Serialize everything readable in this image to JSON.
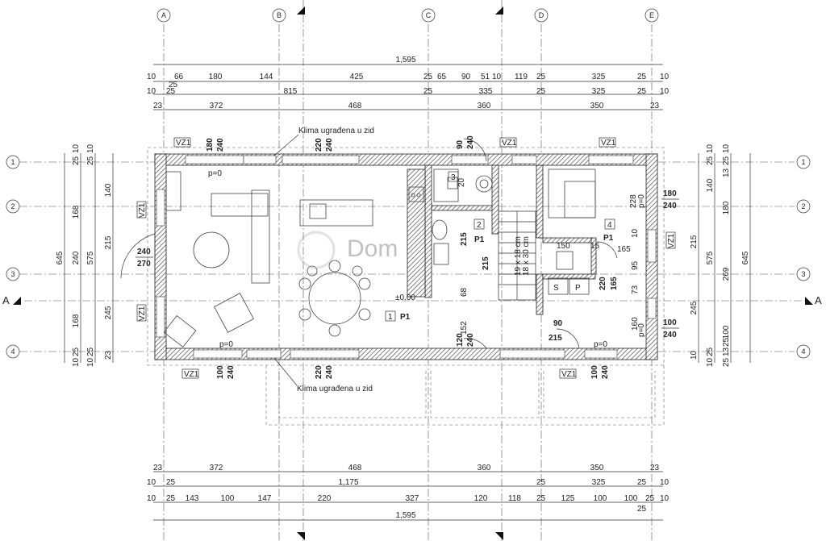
{
  "grid": {
    "columns": [
      "A",
      "B",
      "C",
      "D",
      "E"
    ],
    "rows": [
      "1",
      "2",
      "3",
      "4"
    ],
    "section_marks": [
      "A",
      "A"
    ]
  },
  "top_dims": {
    "total": "1,595",
    "row1": [
      "10",
      "66",
      "180",
      "144",
      "425",
      "25",
      "65",
      "90",
      "51",
      "10",
      "119",
      "25",
      "325",
      "25",
      "10"
    ],
    "row1_small": "25",
    "row2": [
      "10",
      "25",
      "815",
      "25",
      "335",
      "25",
      "325",
      "25",
      "10"
    ],
    "row3": [
      "23",
      "372",
      "468",
      "360",
      "350",
      "23"
    ]
  },
  "bottom_dims": {
    "row1": [
      "23",
      "372",
      "468",
      "360",
      "350",
      "23"
    ],
    "row2": [
      "10",
      "25",
      "1,175",
      "25",
      "325",
      "25",
      "10"
    ],
    "row3": [
      "10",
      "25",
      "143",
      "100",
      "147",
      "220",
      "327",
      "120",
      "118",
      "25",
      "125",
      "100",
      "100",
      "25",
      "10"
    ],
    "row3_small": "25",
    "total": "1,595"
  },
  "left_dims": {
    "outer": "645",
    "mid": [
      "168",
      "240",
      "168"
    ],
    "mid2": "575",
    "inner": [
      "140",
      "215",
      "245"
    ],
    "small_top": [
      "25",
      "10",
      "25",
      "10"
    ],
    "small_bottom": [
      "10",
      "25",
      "10",
      "23",
      "25"
    ]
  },
  "right_dims": {
    "outer": "645",
    "mid": [
      "140",
      "180",
      "269"
    ],
    "mid2": "575",
    "inner": [
      "215",
      "245",
      "100"
    ],
    "small_top": [
      "25",
      "10",
      "13",
      "25",
      "10"
    ],
    "small_bottom": [
      "10",
      "25",
      "25",
      "13",
      "10",
      "25"
    ]
  },
  "labels": {
    "vz1": "VZ1",
    "klima": "Klima ugrađena u zid",
    "p0": "p=0",
    "level": "±0.00",
    "room1": "1",
    "p1": "P1",
    "room2": "2",
    "room3": "3",
    "room4": "4",
    "stairs1": "18 x 30 cm",
    "stairs2": "19 x 18 cm",
    "s": "S",
    "p": "P"
  },
  "openings": {
    "w180": "180",
    "w240": "240",
    "w220": "220",
    "w90": "90",
    "w100": "100",
    "w120": "120",
    "w228": "228",
    "w215": "215",
    "w270": "270",
    "w150": "150",
    "w165": "165",
    "w160": "160",
    "w152": "152",
    "w95": "95",
    "w73": "73",
    "w68": "68",
    "w10": "10",
    "w15": "15",
    "w20": "20"
  },
  "watermark": "Dom"
}
